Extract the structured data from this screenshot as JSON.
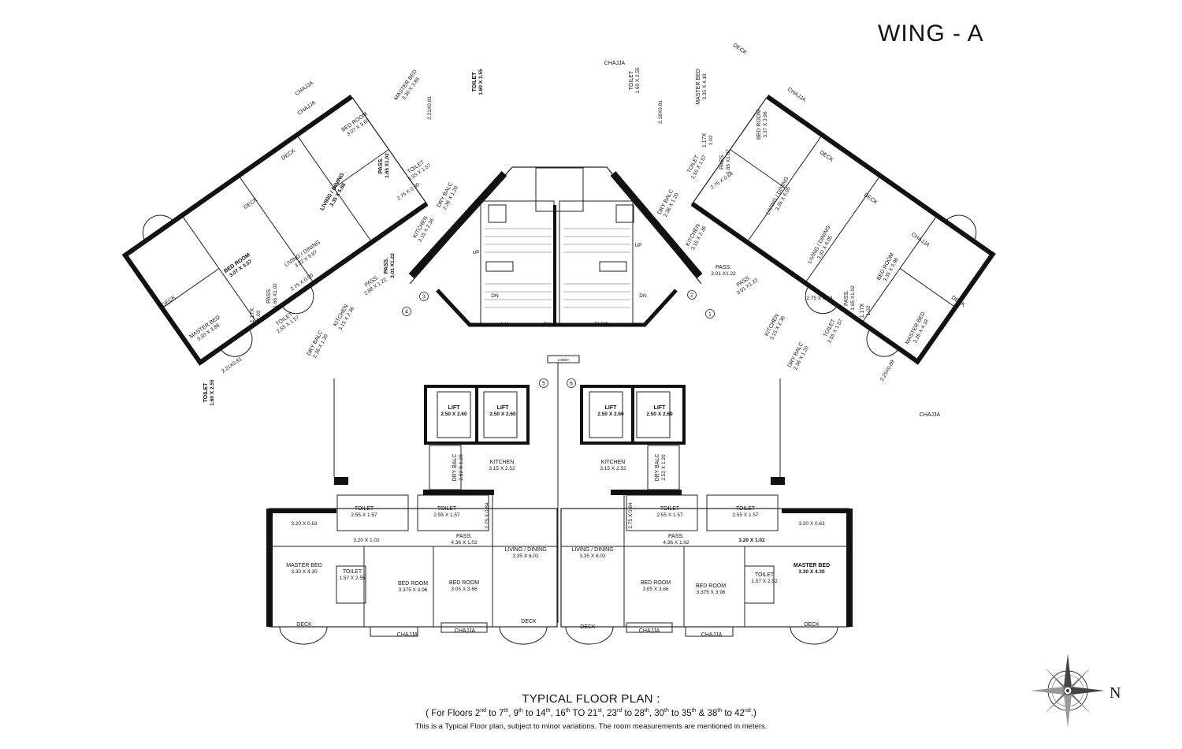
{
  "wing_title": "WING - A",
  "lobby_label": "LOBBY",
  "core": {
    "up": "UP",
    "dn": "DN",
    "lv": "L.V.",
    "fhc": "F.H.C.",
    "elec": "ELEC."
  },
  "markers": [
    "1",
    "2",
    "3",
    "4",
    "5",
    "6"
  ],
  "rooms": [
    {
      "name": "MASTER BED",
      "dims": "3.30 X 3.86"
    },
    {
      "name": "TOILET",
      "dims": "1.60 X 2.55"
    },
    {
      "name": "BED ROOM",
      "dims": "3.07 X 3.60"
    },
    {
      "name": "CHAJJA",
      "dims": ""
    },
    {
      "name": "DECK",
      "dims": ""
    },
    {
      "name": "PASS.",
      "dims": "1.65 X1.02"
    },
    {
      "name": "TOILET",
      "dims": "2.55 X 1.57"
    },
    {
      "name": "",
      "dims": "2.21X0.81"
    },
    {
      "name": "",
      "dims": "2.75 X 0.90"
    },
    {
      "name": "LIVING / DINING",
      "dims": "3.35 X 5.88"
    },
    {
      "name": "DRY BALC",
      "dims": "2.36 X 1.20"
    },
    {
      "name": "KITCHEN",
      "dims": "3.15 X 2.36"
    },
    {
      "name": "PASS.",
      "dims": "3.01 X1.22"
    },
    {
      "name": "DECK",
      "dims": ""
    },
    {
      "name": "BED ROOM",
      "dims": "3.07 X 3.57"
    },
    {
      "name": "LIVING / DINING",
      "dims": "3.32 X 5.97"
    },
    {
      "name": "PASS.",
      "dims": "2.88 X 1.22"
    },
    {
      "name": "DECK",
      "dims": ""
    },
    {
      "name": "MASTER BED",
      "dims": "3.30 X 3.88"
    },
    {
      "name": "1.17X",
      "dims": "1.02"
    },
    {
      "name": "PASS.",
      "dims": "1.65 X1.02"
    },
    {
      "name": "",
      "dims": "2.75 X 0.90"
    },
    {
      "name": "TOILET",
      "dims": "2.55 X 1.57"
    },
    {
      "name": "KITCHEN",
      "dims": "3.15 X 2.36"
    },
    {
      "name": "DRY BALC",
      "dims": "2.36 X 1.20"
    },
    {
      "name": "",
      "dims": "2.21X0.81"
    },
    {
      "name": "TOILET",
      "dims": "1.60 X 2.55"
    },
    {
      "name": "CHAJJA",
      "dims": ""
    },
    {
      "name": "CHAJJA",
      "dims": ""
    },
    {
      "name": "DECK",
      "dims": ""
    },
    {
      "name": "TOILET",
      "dims": "1.60 X 2.55"
    },
    {
      "name": "MASTER BED",
      "dims": "3.35 X 4.18"
    },
    {
      "name": "",
      "dims": "2.18X0.81"
    },
    {
      "name": "BED ROOM",
      "dims": "3.37 X 3.96"
    },
    {
      "name": "CHAJJA",
      "dims": ""
    },
    {
      "name": "1.17X",
      "dims": "1.02"
    },
    {
      "name": "PASS.",
      "dims": "1.65 X1.02"
    },
    {
      "name": "TOILET",
      "dims": "2.55 X 1.57"
    },
    {
      "name": "",
      "dims": "2.75 X 0.64"
    },
    {
      "name": "DECK",
      "dims": ""
    },
    {
      "name": "LIVING / DINING",
      "dims": "3.35 X 6.05"
    },
    {
      "name": "DRY BALC",
      "dims": "2.36 X 1.20"
    },
    {
      "name": "KITCHEN",
      "dims": "3.15 X 2.36"
    },
    {
      "name": "DECK",
      "dims": ""
    },
    {
      "name": "PASS.",
      "dims": "3.01 X1.22"
    },
    {
      "name": "LIVING / DINING",
      "dims": "3.32 X 6.05"
    },
    {
      "name": "CHAJJA",
      "dims": ""
    },
    {
      "name": "BED ROOM",
      "dims": "3.35 X 3.96"
    },
    {
      "name": "PASS.",
      "dims": "3.01 X1.22"
    },
    {
      "name": "",
      "dims": "2.75 X 0.64"
    },
    {
      "name": "PASS.",
      "dims": "1.65 X1.02"
    },
    {
      "name": "1.17X",
      "dims": "1.02"
    },
    {
      "name": "DECK",
      "dims": ""
    },
    {
      "name": "KITCHEN",
      "dims": "3.15 X 2.36"
    },
    {
      "name": "TOILET",
      "dims": "2.55 X 1.57"
    },
    {
      "name": "MASTER BED",
      "dims": "3.35 X 4.18"
    },
    {
      "name": "DRY BALC",
      "dims": "2.36 X 1.20"
    },
    {
      "name": "",
      "dims": "2.25X0.89"
    },
    {
      "name": "CHAJJA",
      "dims": ""
    },
    {
      "name": "LIFT",
      "dims": "2.50 X 2.60"
    },
    {
      "name": "LIFT",
      "dims": "2.50 X 2.60"
    },
    {
      "name": "LIFT",
      "dims": "2.50 X 2.60"
    },
    {
      "name": "LIFT",
      "dims": "2.50 X 2.60"
    },
    {
      "name": "KITCHEN",
      "dims": "3.15 X 2.52"
    },
    {
      "name": "DRY BALC",
      "dims": "2.52 X 1.20"
    },
    {
      "name": "KITCHEN",
      "dims": "3.15 X 2.52"
    },
    {
      "name": "DRY BALC",
      "dims": "2.52 X 1.20"
    },
    {
      "name": "TOILET",
      "dims": "2.55 X 1.57"
    },
    {
      "name": "TOILET",
      "dims": "2.55 X 1.57"
    },
    {
      "name": "",
      "dims": "2.75 X 0.84"
    },
    {
      "name": "",
      "dims": "3.20 X 0.63"
    },
    {
      "name": "",
      "dims": "3.20 X 1.02"
    },
    {
      "name": "PASS.",
      "dims": "4.36 X 1.02"
    },
    {
      "name": "LIVING / DINING",
      "dims": "3.35 X 6.02"
    },
    {
      "name": "MASTER BED",
      "dims": "3.30 X 4.30"
    },
    {
      "name": "TOILET",
      "dims": "1.57 X 2.55"
    },
    {
      "name": "BED ROOM",
      "dims": "3.375 X 3.96"
    },
    {
      "name": "BED ROOM",
      "dims": "3.05 X 3.66"
    },
    {
      "name": "DECK",
      "dims": ""
    },
    {
      "name": "CHAJJA",
      "dims": ""
    },
    {
      "name": "CHAJJA",
      "dims": ""
    },
    {
      "name": "DECK",
      "dims": ""
    },
    {
      "name": "TOILET",
      "dims": "2.55 X 1.57"
    },
    {
      "name": "TOILET",
      "dims": "2.55 X 1.57"
    },
    {
      "name": "",
      "dims": "2.75 X 0.84"
    },
    {
      "name": "",
      "dims": "3.20 X 0.63"
    },
    {
      "name": "",
      "dims": "3.20 X 1.02"
    },
    {
      "name": "PASS.",
      "dims": "4.36 X 1.02"
    },
    {
      "name": "LIVING / DINING",
      "dims": "3.35 X 6.02"
    },
    {
      "name": "MASTER BED",
      "dims": "3.30 X 4.30"
    },
    {
      "name": "TOILET",
      "dims": "1.57 X 2.52"
    },
    {
      "name": "BED ROOM",
      "dims": "3.375 X 3.96"
    },
    {
      "name": "BED ROOM",
      "dims": "3.05 X 3.66"
    },
    {
      "name": "DECK",
      "dims": ""
    },
    {
      "name": "CHAJJA",
      "dims": ""
    },
    {
      "name": "CHAJJA",
      "dims": ""
    },
    {
      "name": "DECK",
      "dims": ""
    }
  ],
  "footer": {
    "title": "TYPICAL FLOOR PLAN :",
    "floors": [
      {
        "text": "( For Floors 2"
      },
      {
        "sup": "nd"
      },
      {
        "text": " to 7"
      },
      {
        "sup": "th"
      },
      {
        "text": ", 9"
      },
      {
        "sup": "th"
      },
      {
        "text": " to 14"
      },
      {
        "sup": "th"
      },
      {
        "text": ", 16"
      },
      {
        "sup": "th"
      },
      {
        "text": " TO 21"
      },
      {
        "sup": "st"
      },
      {
        "text": ", 23"
      },
      {
        "sup": "rd"
      },
      {
        "text": " to 28"
      },
      {
        "sup": "th"
      },
      {
        "text": ", 30"
      },
      {
        "sup": "th"
      },
      {
        "text": " to 35"
      },
      {
        "sup": "th"
      },
      {
        "text": " & 38"
      },
      {
        "sup": "th"
      },
      {
        "text": " to 42"
      },
      {
        "sup": "nd"
      },
      {
        "text": ".)"
      }
    ],
    "note": "This is a Typical Floor plan, subject to minor variations. The room measurements are mentioned in meters."
  },
  "compass": {
    "north_label": "N"
  }
}
